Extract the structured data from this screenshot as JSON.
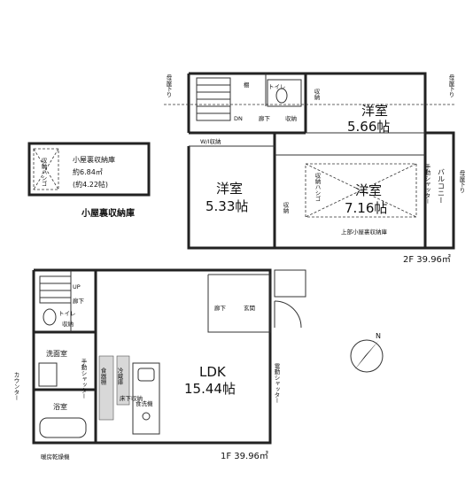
{
  "floor2": {
    "area": "2F 39.96㎡",
    "rooms": {
      "western_a_name": "洋室",
      "western_a_size": "5.66帖",
      "western_b_name": "洋室",
      "western_b_size": "5.33帖",
      "western_c_name": "洋室",
      "western_c_size": "7.16帖",
      "balcony": "バルコニー",
      "hall": "廊下",
      "toilet": "トイレ",
      "storage": "収納",
      "storage_w": "W/I収納",
      "dn": "DN",
      "shelf": "棚",
      "attic_ladder": "収納ハシゴ",
      "attic_note": "上部小屋裏収納庫",
      "shutter": "手動シャッター",
      "eaves_left": "母屋下り",
      "eaves_right": "母屋下り",
      "eaves_right2": "母屋下り"
    }
  },
  "attic": {
    "name": "小屋裏収納庫",
    "area": "約6.84㎡",
    "area_jo": "(約4.22帖)",
    "ladder": "収納ハシゴ",
    "caption": "小屋裏収納庫"
  },
  "floor1": {
    "area": "1F 39.96㎡",
    "rooms": {
      "ldk_name": "LDK",
      "ldk_size": "15.44帖",
      "up": "UP",
      "hall_left": "廊下",
      "hall_entry": "廊下",
      "entrance": "玄関",
      "toilet": "トイレ",
      "storage": "収納",
      "washroom": "洗面室",
      "bathroom": "浴室",
      "counter": "カウンター",
      "dryer": "暖房乾燥機",
      "shutter_right": "電動シャッター",
      "shutter_left": "手動シャッター",
      "food_storage": "食器棚",
      "fridge": "冷蔵庫",
      "dishwasher": "食洗機",
      "floor_storage": "床下収納"
    }
  },
  "compass": {
    "label": "N"
  }
}
